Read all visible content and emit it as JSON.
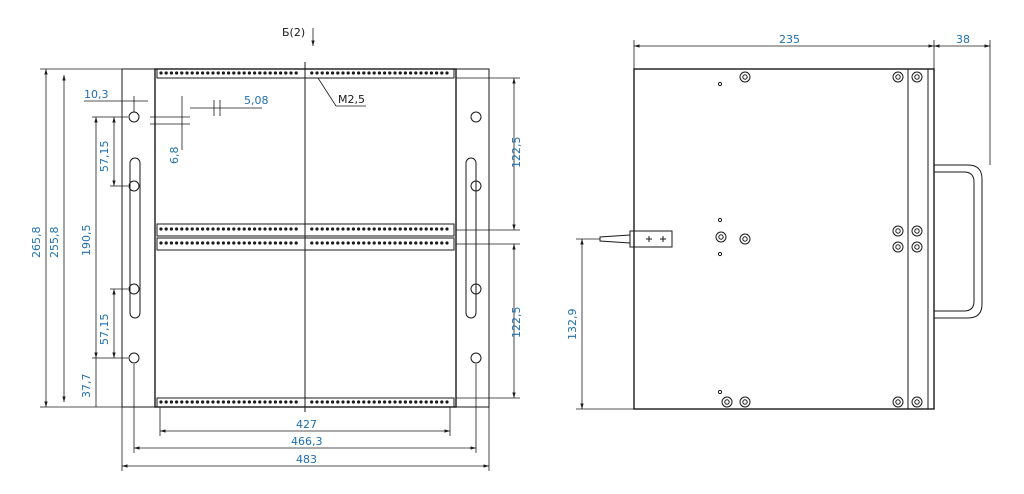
{
  "section_label": "Б(2)",
  "front_view": {
    "dims": {
      "d265": "265,8",
      "d255": "255,8",
      "d190": "190,5",
      "d57a": "57,15",
      "d57b": "57,15",
      "d37": "37,7",
      "d10": "10,3",
      "d5": "5,08",
      "d6": "6,8",
      "d122a": "122,5",
      "d122b": "122,5",
      "d427": "427",
      "d466": "466,3",
      "d483": "483",
      "thread": "M2,5"
    }
  },
  "side_view": {
    "dims": {
      "d235": "235",
      "d38": "38",
      "d132": "132,9"
    }
  }
}
